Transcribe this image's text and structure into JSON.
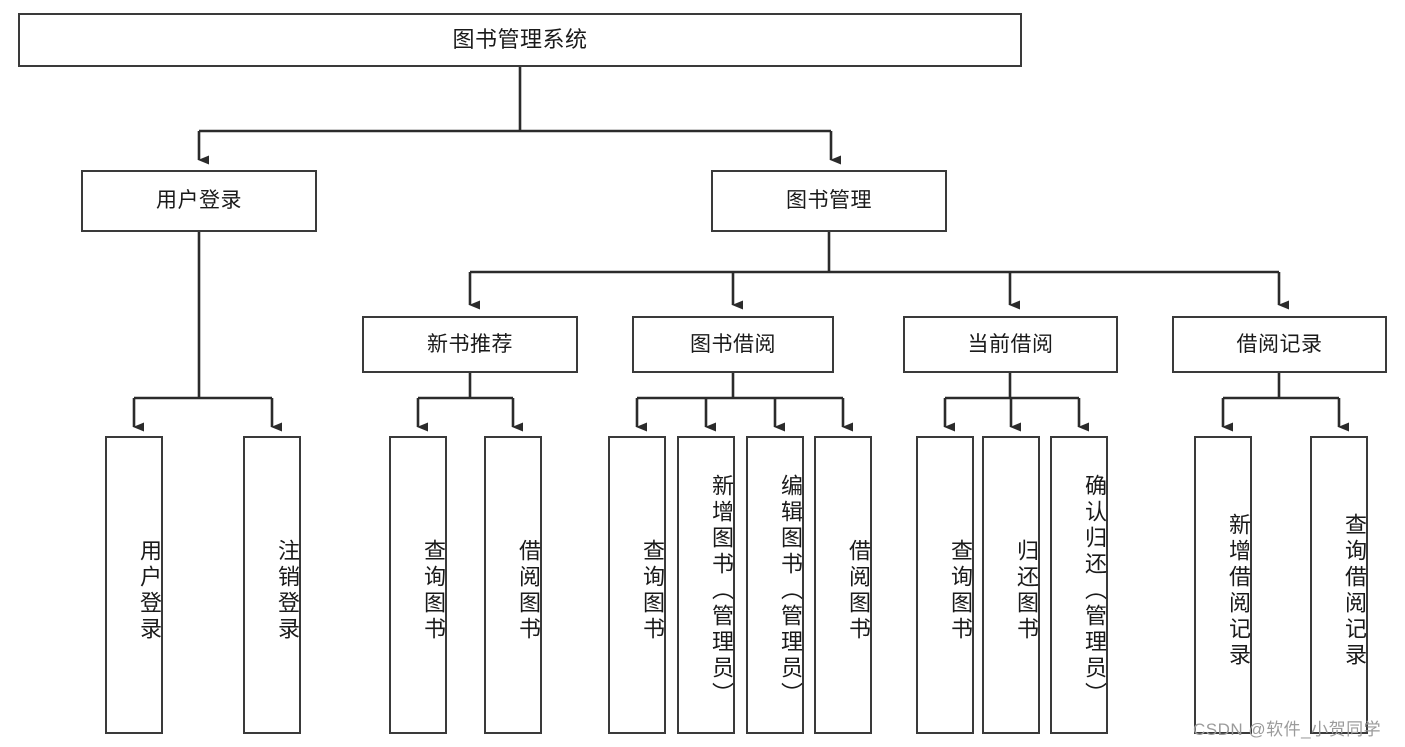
{
  "diagram": {
    "title": "图书管理系统",
    "type": "hierarchy-tree",
    "orientation": "top-down",
    "colors": {
      "box_border": "#3a3a3a",
      "box_fill": "#ffffff",
      "connector": "#2b2b2b",
      "text": "#1a1a1a",
      "watermark": "#9b9b9b"
    },
    "root": {
      "label": "图书管理系统"
    },
    "level1": [
      {
        "label": "用户登录"
      },
      {
        "label": "图书管理"
      }
    ],
    "level2": [
      {
        "label": "新书推荐"
      },
      {
        "label": "图书借阅"
      },
      {
        "label": "当前借阅"
      },
      {
        "label": "借阅记录"
      }
    ],
    "leaves": {
      "user_login": [
        {
          "label": "用户登录"
        },
        {
          "label": "注销登录"
        }
      ],
      "new_book_recommend": [
        {
          "label": "查询图书"
        },
        {
          "label": "借阅图书"
        }
      ],
      "book_borrow": [
        {
          "label": "查询图书"
        },
        {
          "label": "新增图书（管理员）"
        },
        {
          "label": "编辑图书（管理员）"
        },
        {
          "label": "借阅图书"
        }
      ],
      "current_borrow": [
        {
          "label": "查询图书"
        },
        {
          "label": "归还图书"
        },
        {
          "label": "确认归还（管理员）"
        }
      ],
      "borrow_record": [
        {
          "label": "新增借阅记录"
        },
        {
          "label": "查询借阅记录"
        }
      ]
    }
  },
  "watermark": {
    "text": "CSDN @软件_小贺同学"
  }
}
